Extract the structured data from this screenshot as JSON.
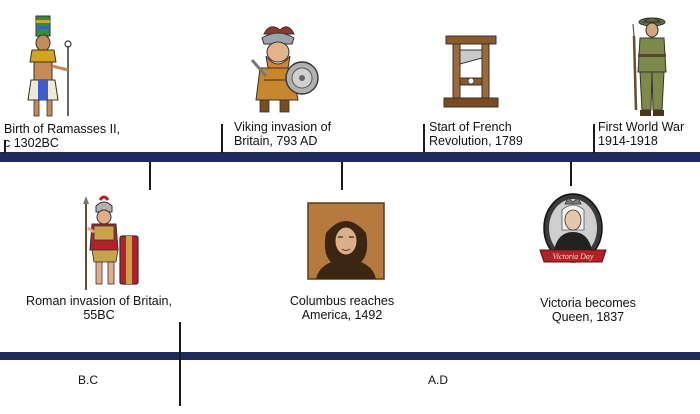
{
  "top_events": [
    {
      "line1": "Birth of Ramasses II,",
      "line2": "c 1302BC",
      "icon": "pharaoh-icon"
    },
    {
      "line1": "Viking invasion of",
      "line2": "Britain, 793 AD",
      "icon": "viking-icon"
    },
    {
      "line1": "Start of French",
      "line2": "Revolution, 1789",
      "icon": "guillotine-icon"
    },
    {
      "line1": "First World War",
      "line2": "1914-1918",
      "icon": "soldier-icon"
    }
  ],
  "bottom_events": [
    {
      "line1": "Roman invasion of Britain,",
      "line2": "55BC",
      "icon": "roman-soldier-icon"
    },
    {
      "line1": "Columbus reaches",
      "line2": "America, 1492",
      "icon": "columbus-portrait-icon"
    },
    {
      "line1": "Victoria becomes",
      "line2": "Queen, 1837",
      "icon": "queen-victoria-icon",
      "banner": "Victoria Day"
    }
  ],
  "eras": {
    "bc": "B.C",
    "ad": "A.D"
  },
  "colors": {
    "band": "#1f2a5e",
    "tick": "#1a1a1a",
    "portrait_bg": "#b57a3c",
    "banner": "#b3202a"
  }
}
